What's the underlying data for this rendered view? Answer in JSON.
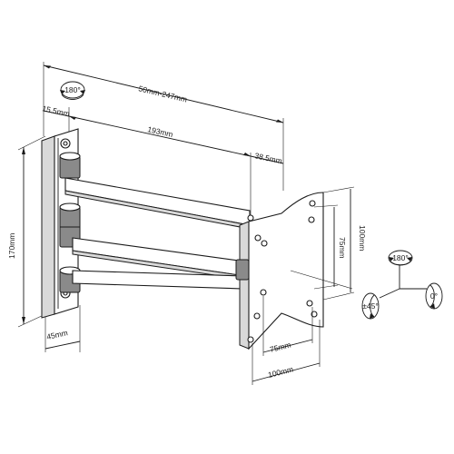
{
  "dimensions": {
    "arm_extension": "50mm-247mm",
    "wall_offset": "15.5mm",
    "arm_length": "193mm",
    "head_depth": "38.5mm",
    "plate_height": "170mm",
    "plate_width": "45mm",
    "vesa_outer_height": "100mm",
    "vesa_inner_height": "75mm",
    "vesa_inner_width": "75mm",
    "vesa_outer_width": "100mm"
  },
  "rotation": {
    "swivel_top": "180°",
    "axis_swivel": "180°",
    "axis_rotate": "0°",
    "axis_tilt": "±45°"
  },
  "colors": {
    "line": "#1a1a1a",
    "metal_light": "#d9d9d9",
    "metal_dark": "#8a8a8a"
  },
  "icons": {
    "rotation": "rotate-arrow-icon"
  }
}
